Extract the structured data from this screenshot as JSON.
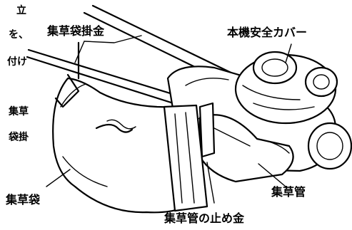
{
  "labels": {
    "bag_hanger": "集草袋掛金",
    "safety_cover": "本機安全カバー",
    "bag": "集草袋",
    "chute": "集草管",
    "chute_clip": "集草管の止め金"
  },
  "margin_text": [
    "立",
    "を、",
    "付け",
    "集草",
    "袋掛"
  ]
}
